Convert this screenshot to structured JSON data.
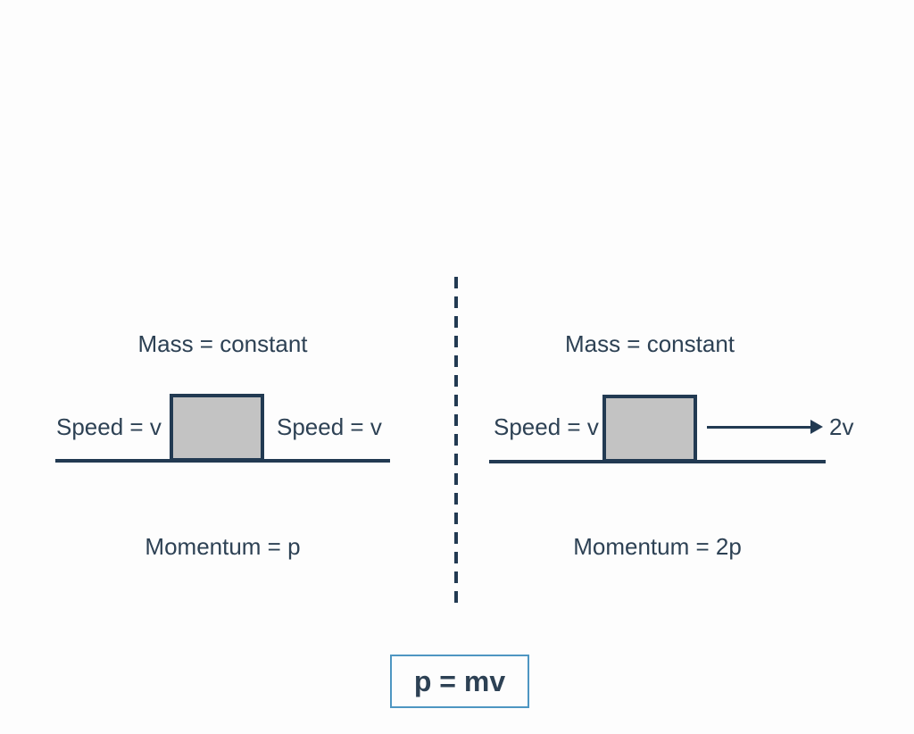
{
  "colors": {
    "background": "#fdfdfd",
    "ink_text": "#2d4154",
    "line": "#223a52",
    "block_fill": "#c3c3c3",
    "formula_border": "#4e96c2"
  },
  "left_panel": {
    "mass_label": "Mass = constant",
    "speed_left_label": "Speed = v",
    "speed_right_label": "Speed = v",
    "momentum_label": "Momentum = p"
  },
  "right_panel": {
    "mass_label": "Mass = constant",
    "speed_label": "Speed = v",
    "arrow_speed_label": "2v",
    "momentum_label": "Momentum = 2p"
  },
  "formula": {
    "text": "p = mv"
  }
}
